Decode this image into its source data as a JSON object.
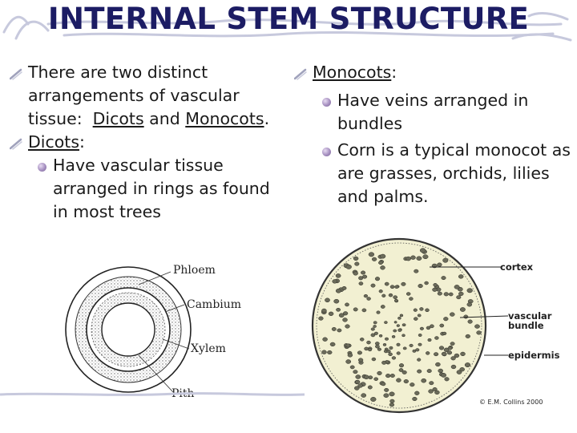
{
  "title": "INTERNAL STEM STRUCTURE",
  "left": {
    "p1_text": "There are two distinct arrangements of vascular tissue:  ",
    "p1_link1": "Dicots",
    "p1_mid": " and ",
    "p1_link2": "Monocots",
    "p1_end": ".",
    "p2_link": "Dicots",
    "p2_end": ":",
    "p2_sub": "Have vascular tissue arranged in rings as found in most trees"
  },
  "right": {
    "p1_link": "Monocots",
    "p1_end": ":",
    "sub1": "Have veins arranged in bundles",
    "sub2": "Corn is a typical monocot as are grasses, orchids, lilies and palms."
  },
  "dicot_diagram": {
    "label_phloem": "Phloem",
    "label_cambium": "Cambium",
    "label_xylem": "Xylem",
    "label_pith": "Pith"
  },
  "monocot_diagram": {
    "label_cortex": "cortex",
    "label_vascular_1": "vascular",
    "label_vascular_2": "bundle",
    "label_epidermis": "epidermis",
    "copyright": "© E.M. Collins 2000"
  },
  "colors": {
    "title": "#1c1c64",
    "bullet": "#a58fc0",
    "scribble": "#c7c9dd"
  }
}
